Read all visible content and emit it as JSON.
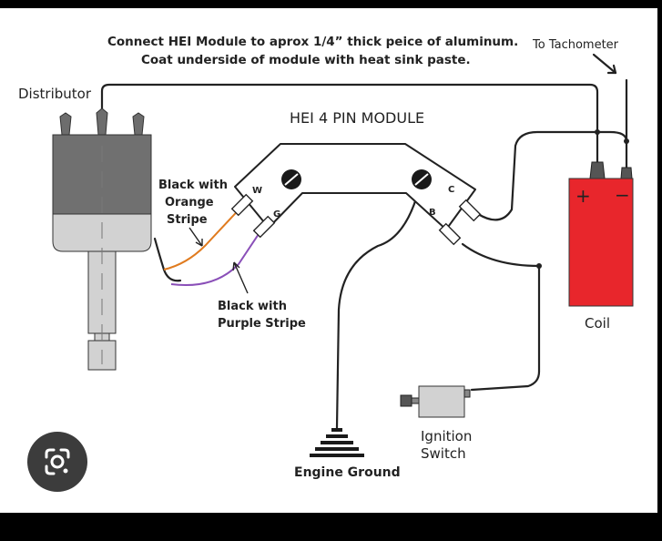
{
  "note": {
    "line1": "Connect HEI Module to aprox 1/4” thick peice of aluminum.",
    "line2": "Coat underside of module with heat sink paste."
  },
  "labels": {
    "tachometer": "To Tachometer",
    "distributor": "Distributor",
    "module_title": "HEI 4 PIN MODULE",
    "pin_w": "W",
    "pin_g": "G",
    "pin_c": "C",
    "pin_b": "B",
    "orange_wire_1": "Black with",
    "orange_wire_2": "Orange",
    "orange_wire_3": "Stripe",
    "purple_wire_1": "Black with",
    "purple_wire_2": "Purple Stripe",
    "coil": "Coil",
    "coil_plus": "+",
    "coil_minus": "−",
    "ignition_1": "Ignition",
    "ignition_2": "Switch",
    "ground": "Engine Ground"
  },
  "colors": {
    "coil_red": "#e8262c",
    "distributor_cap": "#707070",
    "distributor_body": "#d2d2d2",
    "wire_orange": "#e07b1f",
    "wire_purple": "#8a4fb8",
    "lens_button": "#3c3c3c"
  },
  "lens_button": {
    "icon": "google-lens-icon"
  }
}
